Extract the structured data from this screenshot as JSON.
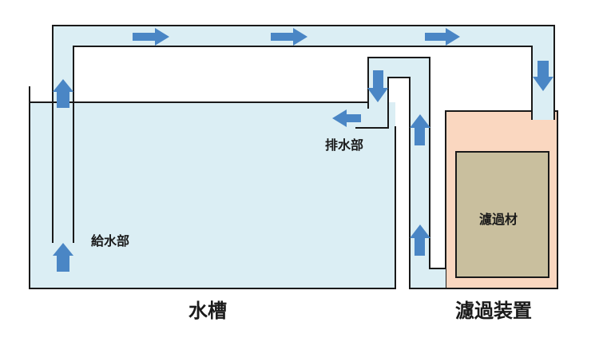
{
  "labels": {
    "supply": "給水部",
    "drain": "排水部",
    "filter_media": "濾過材",
    "tank": "水槽",
    "filter_device": "濾過装置"
  },
  "colors": {
    "water": "#dbeef4",
    "arrow": "#4a86c5",
    "line": "#1a1a1a",
    "filter_body": "#fad7c0",
    "filter_media": "#c9bf9e"
  }
}
